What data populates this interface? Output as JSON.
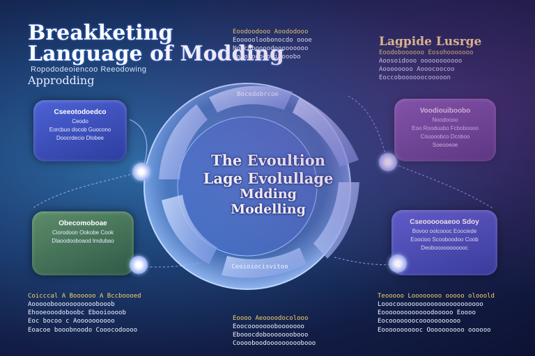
{
  "header": {
    "title_line1": "Breakketing",
    "title_line2": "Language of Modding",
    "subtitle_line1": "Ropododeoiencoo Reeodowing",
    "subtitle_line2": "Approdding",
    "right_title": "Lagpide Lusrge"
  },
  "center": {
    "line1": "The Evoultion",
    "line2": "Lage Evolullage",
    "line3": "Mdding",
    "line4": "Modelling",
    "segment_top": "Bocedobrcoe",
    "segment_bottom": "Ceoioiocisvitoo"
  },
  "cards": {
    "top_left": {
      "title": "Cseeotodoedco",
      "lines": [
        "Ceodo",
        "Eorcbuo docob Guocono",
        "Doocrdecio Dlobee"
      ]
    },
    "mid_left": {
      "title": "Obecomoboae",
      "lines": [
        "Ciorodoon Ookobe Cook",
        "Dlaoodooboaod lmdubao"
      ]
    },
    "top_right": {
      "title": "Voodiouiboobo",
      "lines": [
        "Noodoooo",
        "Eoo Rooduubo Fcboboooo",
        "Couooobco Dcoboo",
        "Soeooeoe"
      ]
    },
    "bottom_right": {
      "title": "Cseoooooaeoo Sdoy",
      "lines": [
        "Bovoo oolcoooc Eoociede",
        "Eoocioo Scooboodoo Coob",
        "Deobooooooooooc"
      ]
    }
  },
  "text_blocks": {
    "top_center": [
      "Eoodoodooo Aoododooo",
      "Eoooooloobonocdo oooe",
      "Noocoboooodooooooooo",
      "Cooobooodocibooobo"
    ],
    "right_top": [
      "Eoodoboooooo Eosohooooooo",
      "Aoosoidooo ooooooooooo",
      "Aoooooooo Aooocoocoo",
      "Eoccoboooooocooooon"
    ],
    "bottom_left": [
      "Coicccal A Boooooo A Bccboooed",
      "Aooooobooooooooooobooob",
      "Ehooeooodoboobc Ebooioooob",
      "Eoc bocoo c Aoooooooooo",
      "Eoacoe booobnoodo Cooocodoooo"
    ],
    "bottom_center": [
      "Eoooo Aeoooodocolooo",
      "Eoocooooooobooooooo",
      "Ebooocdobooooooobooo",
      "Cooooboodooooooooobooo"
    ],
    "bottom_right": [
      "Teooooo Loooooooo ooooo olooold",
      "Looocooooooooooooooooooooooo",
      "Eooooooooooooodooooo Eoooo",
      "Eocooooooocooooooooooo",
      "Eooooooooooc Oooooooooo oooooo"
    ]
  },
  "colors": {
    "gold_text": "#f5d36b",
    "ring_fill": "#a7c8ff",
    "background_deep": "#0d1233"
  }
}
